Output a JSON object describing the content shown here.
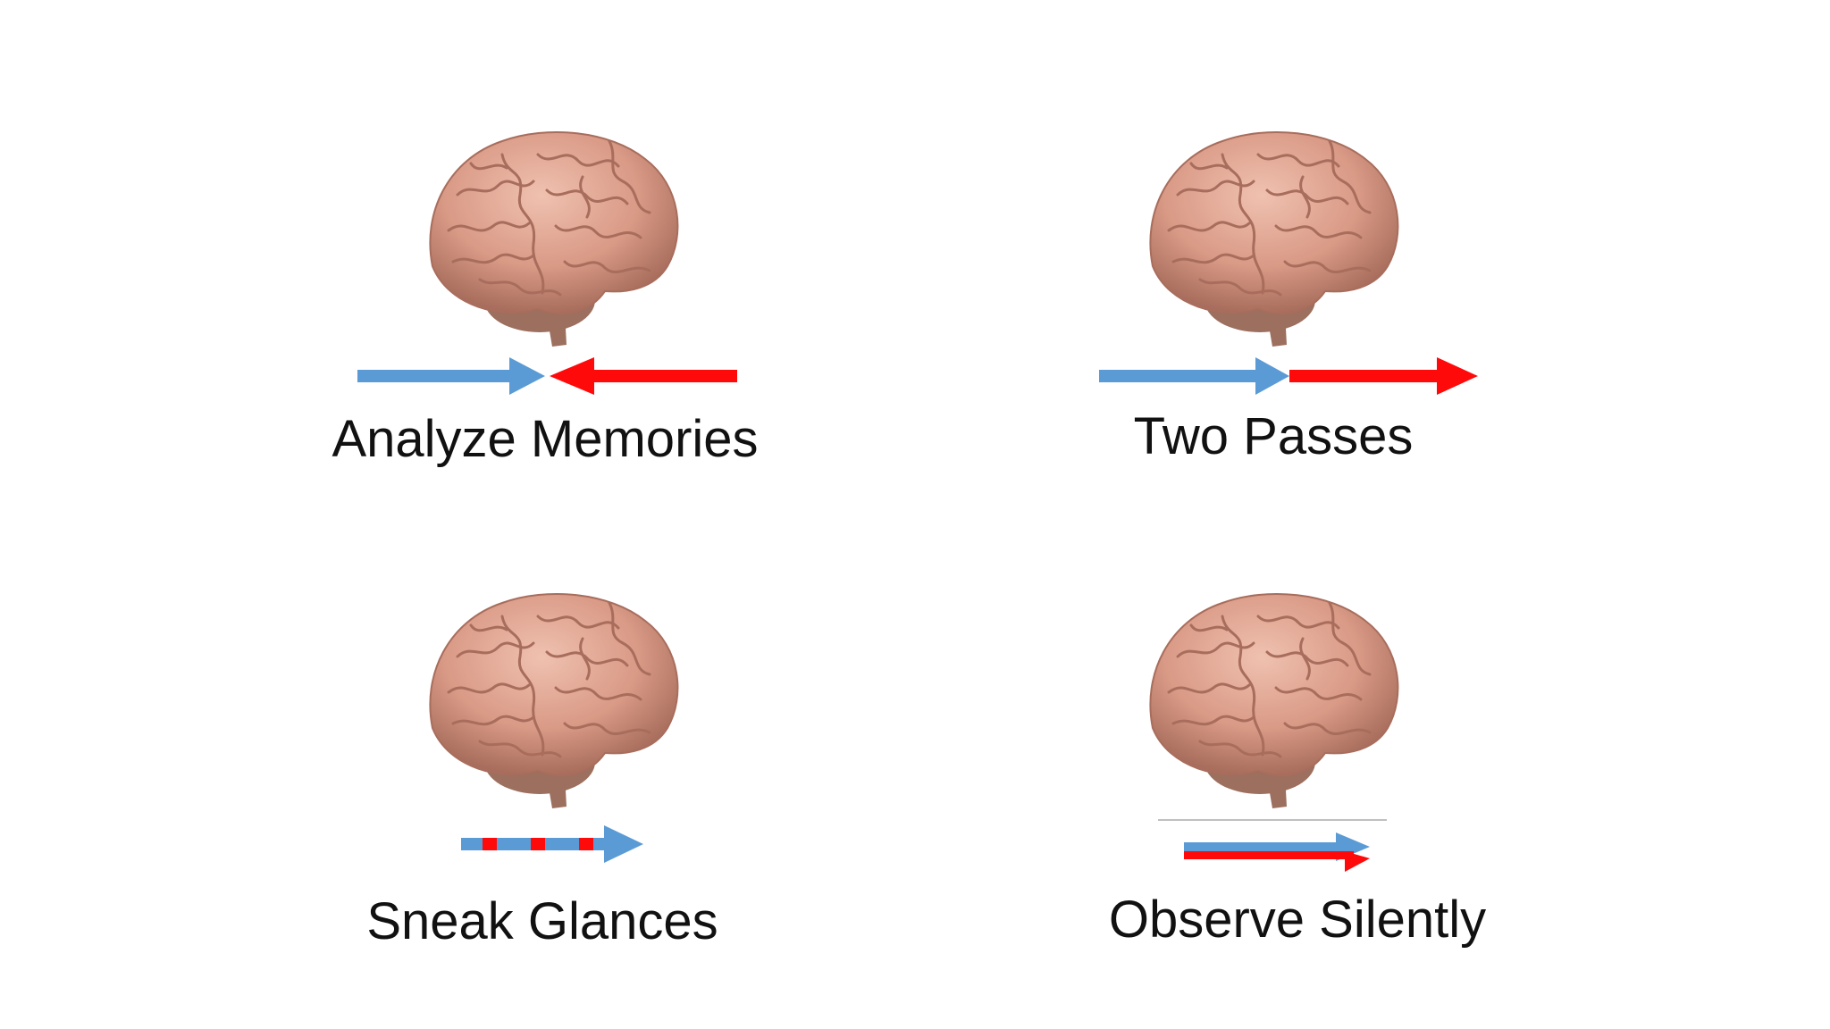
{
  "colors": {
    "blue": "#5b9bd5",
    "red": "#ff0a0a",
    "brain_base": "#d99a86",
    "brain_shadow": "#a86d5c",
    "brain_highlight": "#f0c1b0",
    "cerebellum": "#9c6f5e",
    "divider": "#bfbfbf"
  },
  "panels": [
    {
      "id": "analyze",
      "label": "Analyze Memories",
      "brain_icon": "brain-icon",
      "arrow_style": "converging"
    },
    {
      "id": "two-passes",
      "label": "Two Passes",
      "brain_icon": "brain-icon",
      "arrow_style": "sequential"
    },
    {
      "id": "sneak",
      "label": "Sneak Glances",
      "brain_icon": "brain-icon",
      "arrow_style": "dashed-interleaved"
    },
    {
      "id": "observe",
      "label": "Observe Silently",
      "brain_icon": "brain-icon",
      "arrow_style": "parallel"
    }
  ]
}
